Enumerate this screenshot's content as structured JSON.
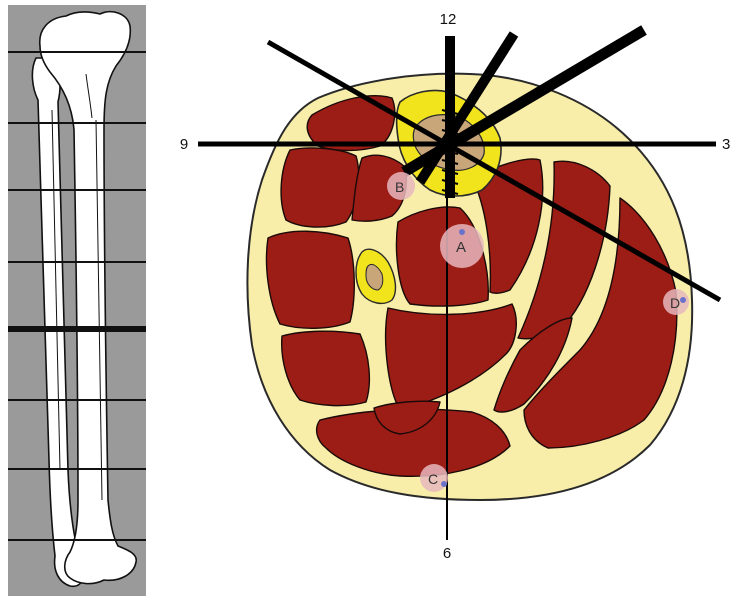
{
  "clock_labels": {
    "twelve": "12",
    "three": "3",
    "six": "6",
    "nine": "9"
  },
  "zone_markers": [
    "A",
    "B",
    "C",
    "D"
  ],
  "colors": {
    "panel_background": "#9a9a9a",
    "muscle": "#9c1c16",
    "fat_outline": "#f8eeaa",
    "bone_marrow_ring": "#f1e41c",
    "marrow": "#c9a57a",
    "marker": "#e8b7bd",
    "vessel_dot": "#6a73c9",
    "wire": "#000000"
  },
  "icons": {
    "left_panel": "tibia-fibula-bone-icon",
    "cross_section": "leg-cross-section-icon"
  }
}
